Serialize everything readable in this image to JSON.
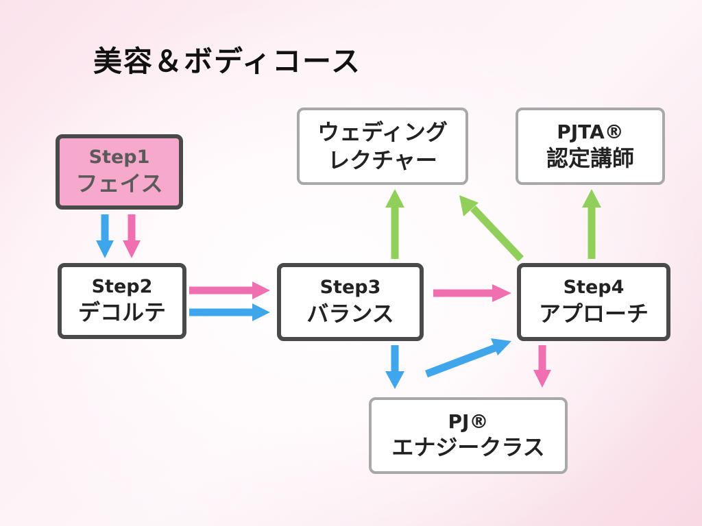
{
  "title": "美容＆ボディコース",
  "nodes": {
    "step1": {
      "line1": "Step1",
      "line2": "フェイス"
    },
    "step2": {
      "line1": "Step2",
      "line2": "デコルテ"
    },
    "step3": {
      "line1": "Step3",
      "line2": "バランス"
    },
    "step4": {
      "line1": "Step4",
      "line2": "アプローチ"
    },
    "wedding": {
      "line1": "ウェディング",
      "line2": "レクチャー"
    },
    "pjta": {
      "line1": "PJTA®",
      "line2": "認定講師"
    },
    "energy": {
      "line1": "PJ®",
      "line2": "エナジークラス"
    }
  },
  "colors": {
    "pink_arrow": "#f06fb0",
    "blue_arrow": "#3fa6ec",
    "green_arrow": "#8fcf5a",
    "step1_fill": "#f7a9cc",
    "dark_border": "#4a4a4a",
    "light_border": "#a8a8a8"
  }
}
